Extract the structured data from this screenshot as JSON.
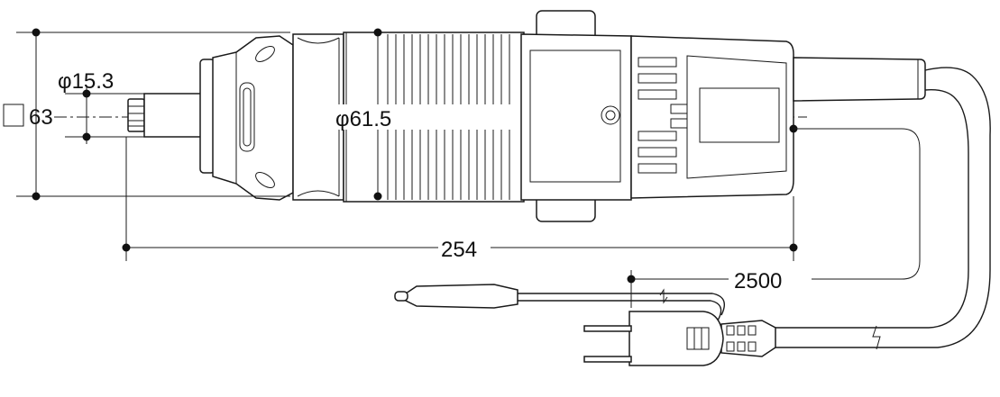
{
  "dimensions": {
    "square_size": "63",
    "collet_diameter": "φ15.3",
    "body_diameter": "φ61.5",
    "overall_length": "254",
    "cord_length": "2500"
  }
}
